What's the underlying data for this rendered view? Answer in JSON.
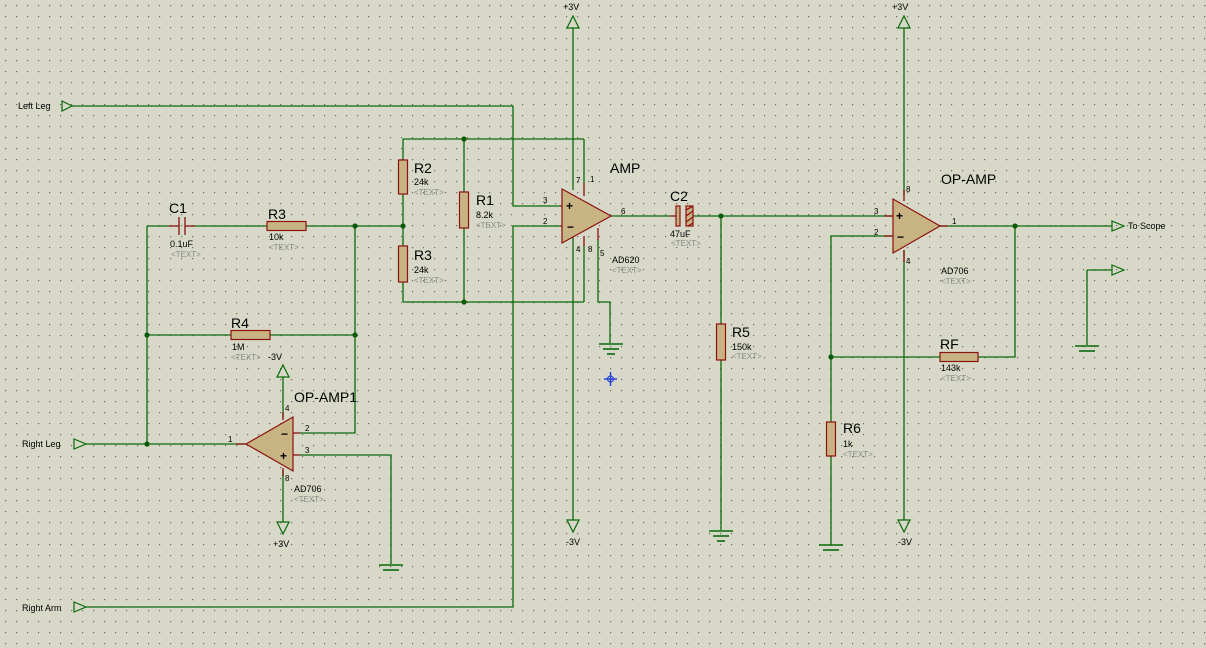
{
  "terminals": {
    "left_leg": "Left Leg",
    "right_leg": "Right Leg",
    "right_arm": "Right Arm",
    "to_scope": "To Scope"
  },
  "power": {
    "pos": "+3V",
    "neg": "-3V"
  },
  "placeholder_text": "<TEXT>",
  "components": {
    "c1": {
      "ref": "C1",
      "value": "0.1uF"
    },
    "r3": {
      "ref": "R3",
      "value": "10k"
    },
    "r4": {
      "ref": "R4",
      "value": "1M"
    },
    "r2": {
      "ref": "R2",
      "value": "24k"
    },
    "r3b": {
      "ref": "R3",
      "value": "24k"
    },
    "r1": {
      "ref": "R1",
      "value": "8.2k"
    },
    "amp": {
      "ref": "AMP",
      "value": "AD620"
    },
    "c2": {
      "ref": "C2",
      "value": "47uF"
    },
    "r5": {
      "ref": "R5",
      "value": "150k"
    },
    "opamp": {
      "ref": "OP-AMP",
      "value": "AD706"
    },
    "rf": {
      "ref": "RF",
      "value": "143k"
    },
    "r6": {
      "ref": "R6",
      "value": "1k"
    },
    "opamp1": {
      "ref": "OP-AMP1",
      "value": "AD706"
    }
  },
  "pins": {
    "amp": {
      "in_pos": "3",
      "in_neg": "2",
      "out": "6",
      "vpos": "7",
      "vneg": "4",
      "ref": "5",
      "rg1": "1",
      "rg8": "8"
    },
    "opamp": {
      "in_pos": "3",
      "in_neg": "2",
      "out": "1",
      "vpos": "8",
      "vneg": "4"
    },
    "opamp1": {
      "in_neg": "2",
      "in_pos": "3",
      "out": "1",
      "vpos": "4",
      "vneg": "8"
    }
  },
  "colors": {
    "background": "#d8d8c8",
    "grid_dot": "#6a6a5a",
    "wire": "#0a6a0a",
    "component_outline": "#8b1010",
    "component_fill": "#c8b482"
  }
}
